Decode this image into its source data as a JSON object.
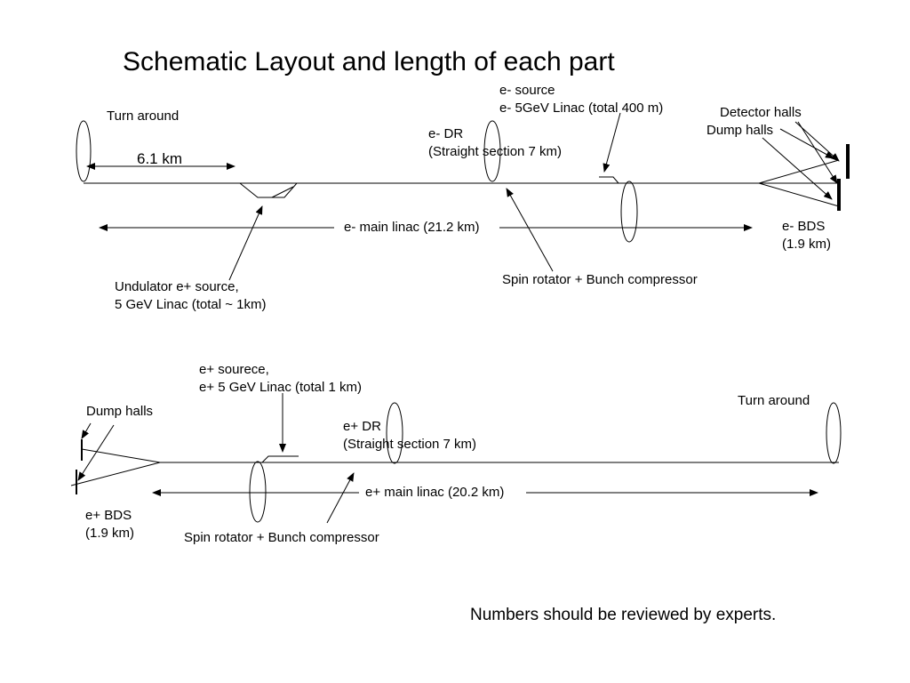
{
  "title": "Schematic Layout and length of each part",
  "footnote": "Numbers should be reviewed by experts.",
  "electron_side": {
    "turn_around": "Turn around",
    "length_label": "6.1 km",
    "source_line1": "e- source",
    "source_line2": "e- 5GeV Linac (total 400 m)",
    "dr_line1": "e- DR",
    "dr_line2": "(Straight section 7 km)",
    "detector_halls": "Detector halls",
    "dump_halls": "Dump halls",
    "main_linac": "e- main linac (21.2 km)",
    "bds_line1": "e- BDS",
    "bds_line2": "(1.9 km)",
    "spin_rotator": "Spin rotator + Bunch compressor",
    "undulator_line1": "Undulator e+ source,",
    "undulator_line2": "5 GeV Linac (total ~ 1km)"
  },
  "positron_side": {
    "source_line1": "e+ sourece,",
    "source_line2": "e+ 5 GeV Linac (total 1 km)",
    "dump_halls": "Dump halls",
    "turn_around": "Turn around",
    "dr_line1": "e+ DR",
    "dr_line2": "(Straight section 7 km)",
    "main_linac": "e+ main linac (20.2 km)",
    "bds_line1": "e+ BDS",
    "bds_line2": "(1.9 km)",
    "spin_rotator": "Spin rotator + Bunch compressor"
  }
}
